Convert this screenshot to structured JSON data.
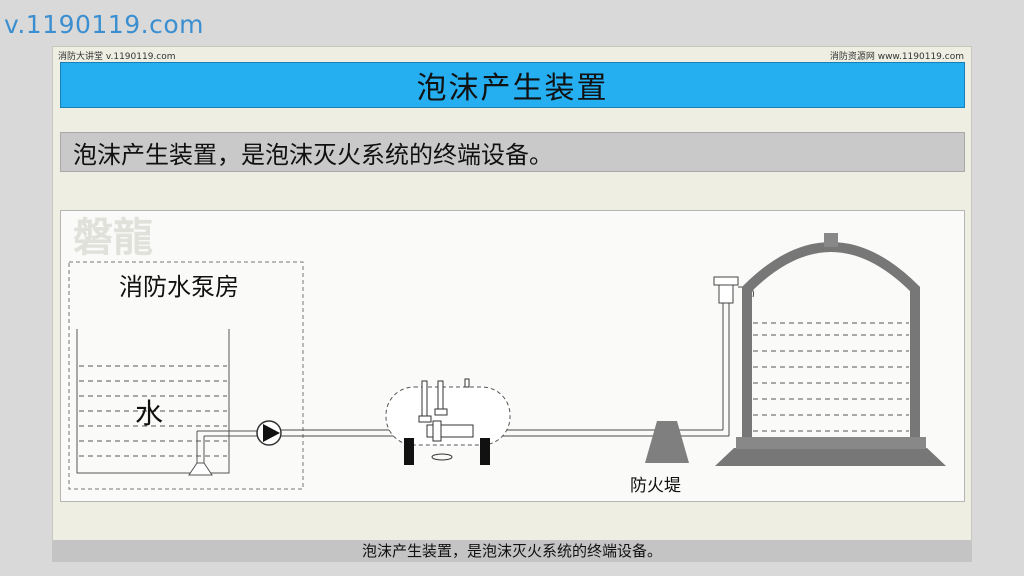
{
  "watermark_url": "v.1190119.com",
  "header": {
    "left_credit": "消防大讲堂 v.1190119.com",
    "right_credit": "消防资源网 www.1190119.com"
  },
  "title": "泡沫产生装置",
  "intro_text": "泡沫产生装置，是泡沫灭火系统的终端设备。",
  "diagram": {
    "logo_text": "磐龍",
    "pump_room_label": "消防水泵房",
    "water_label": "水",
    "dike_label": "防火堤"
  },
  "caption": "泡沫产生装置，是泡沫灭火系统的终端设备。",
  "colors": {
    "title_bar": "#25aef0",
    "pipe": "#4a4a4a",
    "dike": "#7f7f7f"
  }
}
